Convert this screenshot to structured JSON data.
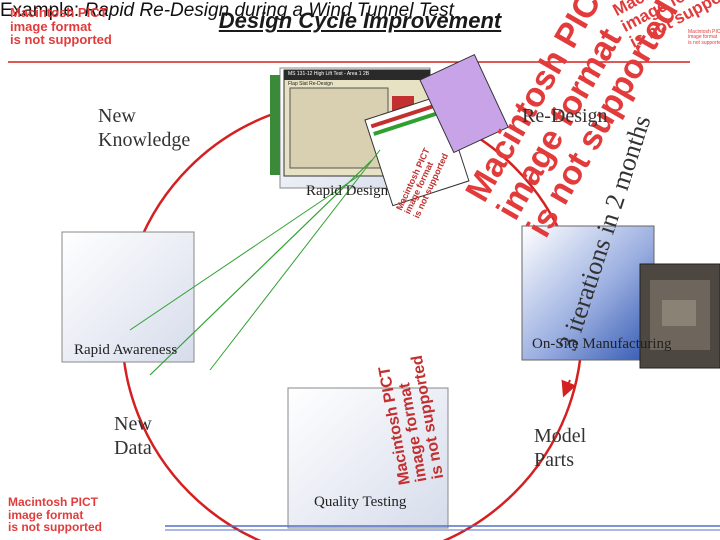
{
  "title": "Design Cycle Improvement",
  "subtitle": {
    "prefix": "Example: ",
    "emphasis": "Rapid Re-Design during a Wind Tunnel Test"
  },
  "pict_notice": "Macintosh PICT\nimage format\nis not supported",
  "labels": {
    "new_knowledge": "New\nKnowledge",
    "redesign": "Re-Design",
    "rapid_design": "Rapid Design",
    "iterations": "3 iterations in 2 months",
    "rapid_awareness": "Rapid Awareness",
    "onsite_manufacturing": "On-Site Manufacturing",
    "new_data": "New\nData",
    "model_parts": "Model\nParts",
    "quality_testing": "Quality Testing"
  },
  "screenshot_header": "MS 131-12 High Lift Test - Area 1 2B",
  "screenshot_sub": "Flap Slat Re-Design",
  "colors": {
    "pict_red": "#e23b3b",
    "cycle_red": "#d42020",
    "box_blue_dark": "#3d63b8",
    "line_green": "#2fa02f",
    "underline_red": "#d42020",
    "bottom_line_blue": "#5470c8"
  }
}
